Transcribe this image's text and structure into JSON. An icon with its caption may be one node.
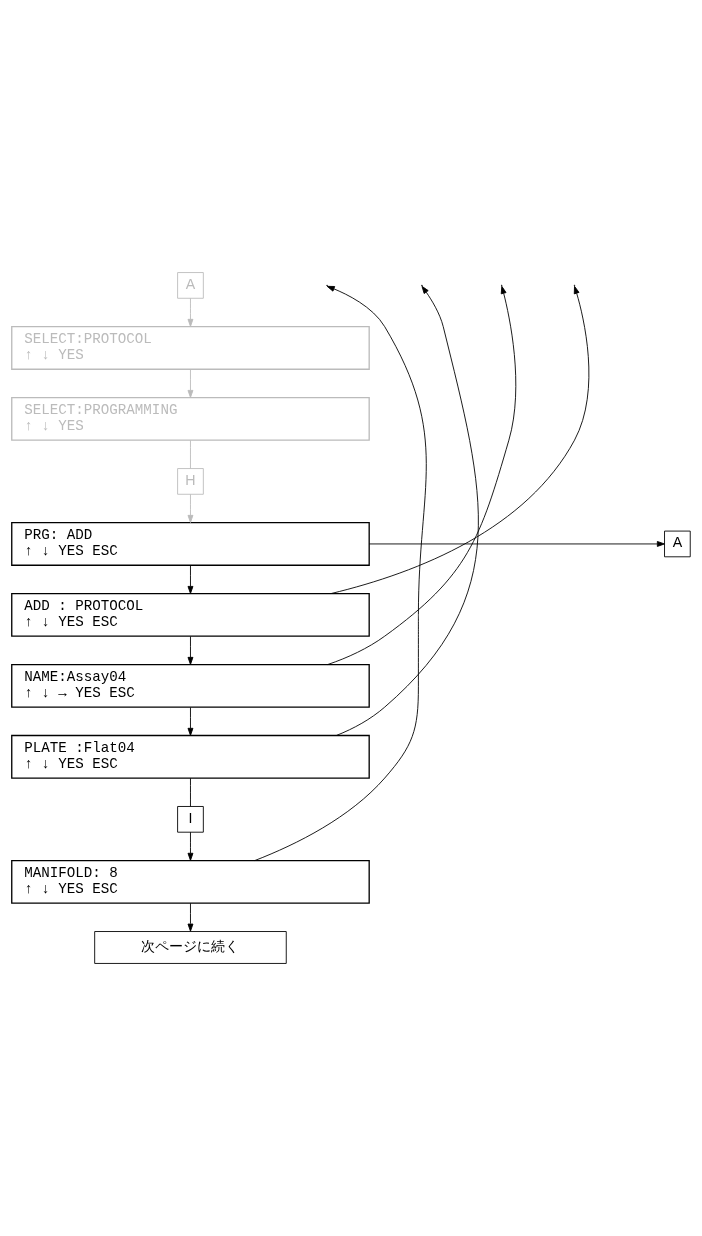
{
  "diagram": {
    "nodes": [
      {
        "text": [
          "A"
        ]
      },
      {
        "text": [
          "SELECT:PROTOCOL",
          "↑ ↓ YES"
        ]
      },
      {
        "text": [
          "SELECT:PROGRAMMING",
          "↑ ↓ YES"
        ]
      },
      {
        "text": [
          "H"
        ]
      },
      {
        "text": [
          "PRG: ADD",
          "↑ ↓ YES ESC"
        ]
      },
      {
        "text": [
          "A"
        ]
      },
      {
        "text": [
          "ADD : PROTOCOL",
          "↑ ↓ YES ESC"
        ]
      },
      {
        "text": [
          "NAME:Assay04",
          "↑ ↓ → YES ESC"
        ]
      },
      {
        "text": [
          "PLATE :Flat04",
          "↑ ↓ YES ESC"
        ]
      },
      {
        "text": [
          "I"
        ]
      },
      {
        "text": [
          "MANIFOLD: 8",
          "↑ ↓ YES ESC"
        ]
      },
      {
        "text": [
          "次ページに続く"
        ]
      }
    ],
    "edges": [
      {
        "from": 0,
        "to": 1,
        "arrow": "to",
        "color": "#bbbbbb"
      },
      {
        "from": 1,
        "to": 2,
        "arrow": "to",
        "color": "#bbbbbb"
      },
      {
        "from": 2,
        "to": 3,
        "arrow": "none",
        "color": "#bbbbbb"
      },
      {
        "from": 3,
        "to": 4,
        "arrow": "to",
        "color": "#bbbbbb"
      },
      {
        "from": 4,
        "to": 6,
        "arrow": "to"
      },
      {
        "from": 4,
        "to": 5,
        "arrow": "to"
      },
      {
        "from": 6,
        "to": null,
        "arrow": "to"
      },
      {
        "from": 6,
        "to": 7,
        "arrow": "to"
      },
      {
        "from": 7,
        "to": null,
        "arrow": "to"
      },
      {
        "from": 7,
        "to": 8,
        "arrow": "to"
      },
      {
        "from": 8,
        "to": null,
        "arrow": "to"
      },
      {
        "from": 8,
        "to": 9,
        "arrow": "none"
      },
      {
        "from": 9,
        "to": 10,
        "arrow": "to"
      },
      {
        "from": 10,
        "to": null,
        "arrow": "to"
      },
      {
        "from": 10,
        "to": 11,
        "arrow": "to"
      }
    ]
  }
}
